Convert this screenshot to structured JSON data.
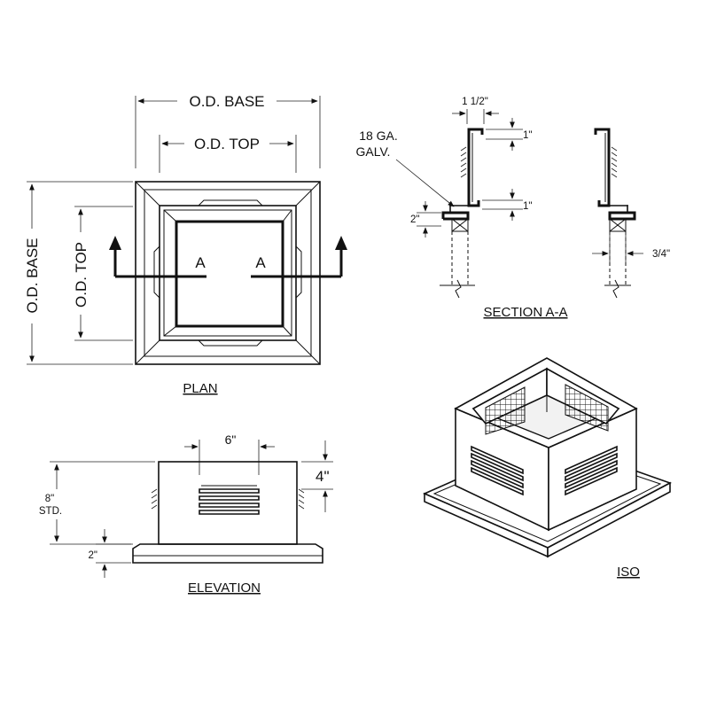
{
  "plan": {
    "od_base_top": "O.D. BASE",
    "od_top_top": "O.D. TOP",
    "od_base_left": "O.D. BASE",
    "od_top_left": "O.D. TOP",
    "section_mark_left": "A",
    "section_mark_right": "A",
    "title": "PLAN"
  },
  "section": {
    "dim_flange": "1 1/2\"",
    "dim_top_lip": "1\"",
    "dim_bottom_lip": "1\"",
    "material_line1": "18 GA.",
    "material_line2": "GALV.",
    "dim_base_height": "2\"",
    "dim_wall_offset": "3/4\"",
    "title": "SECTION A-A"
  },
  "elevation": {
    "dim_louver_width": "6\"",
    "dim_louver_height": "4\"",
    "dim_height_line1": "8\"",
    "dim_height_line2": "STD.",
    "dim_base": "2\"",
    "title": "ELEVATION"
  },
  "iso": {
    "title": "ISO"
  }
}
